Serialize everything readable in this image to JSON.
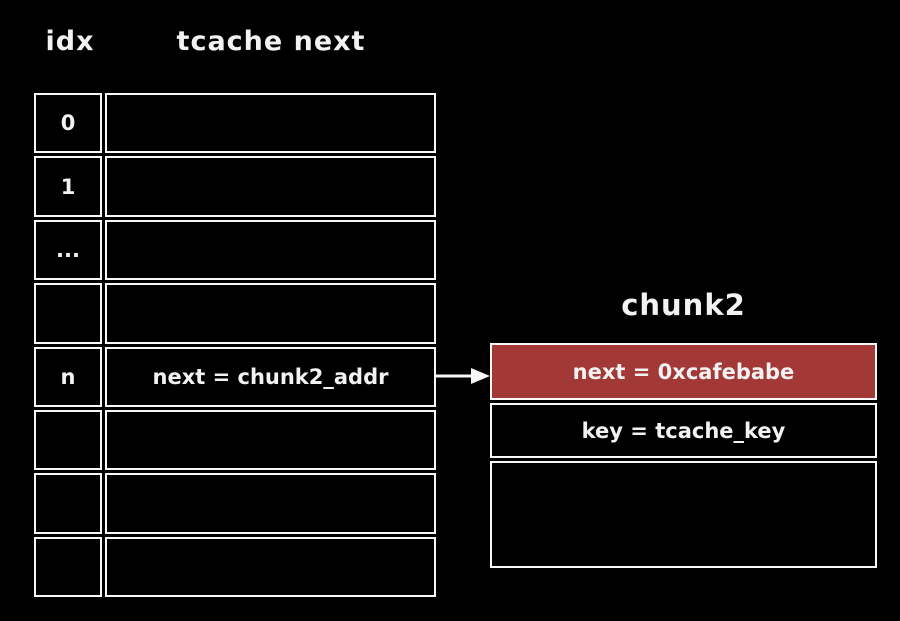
{
  "diagram": {
    "background_color": "#000000",
    "text_color": "#f2f2f2",
    "border_color": "#f8f8f8",
    "highlight_color": "#a33936",
    "headers": {
      "idx": "idx",
      "tcache_next": "tcache next"
    },
    "tcache_table": {
      "rows": [
        {
          "idx": "0",
          "value": ""
        },
        {
          "idx": "1",
          "value": ""
        },
        {
          "idx": "...",
          "value": ""
        },
        {
          "idx": "",
          "value": ""
        },
        {
          "idx": "n",
          "value": "next = chunk2_addr"
        },
        {
          "idx": "",
          "value": ""
        },
        {
          "idx": "",
          "value": ""
        },
        {
          "idx": "",
          "value": ""
        }
      ]
    },
    "arrow": {
      "from": "tcache-row-n",
      "to": "chunk2-next-field",
      "direction": "right"
    },
    "chunk2": {
      "title": "chunk2",
      "rows": [
        {
          "text": "next = 0xcafebabe",
          "highlighted": true
        },
        {
          "text": "key = tcache_key",
          "highlighted": false
        },
        {
          "text": "",
          "highlighted": false
        }
      ]
    }
  }
}
